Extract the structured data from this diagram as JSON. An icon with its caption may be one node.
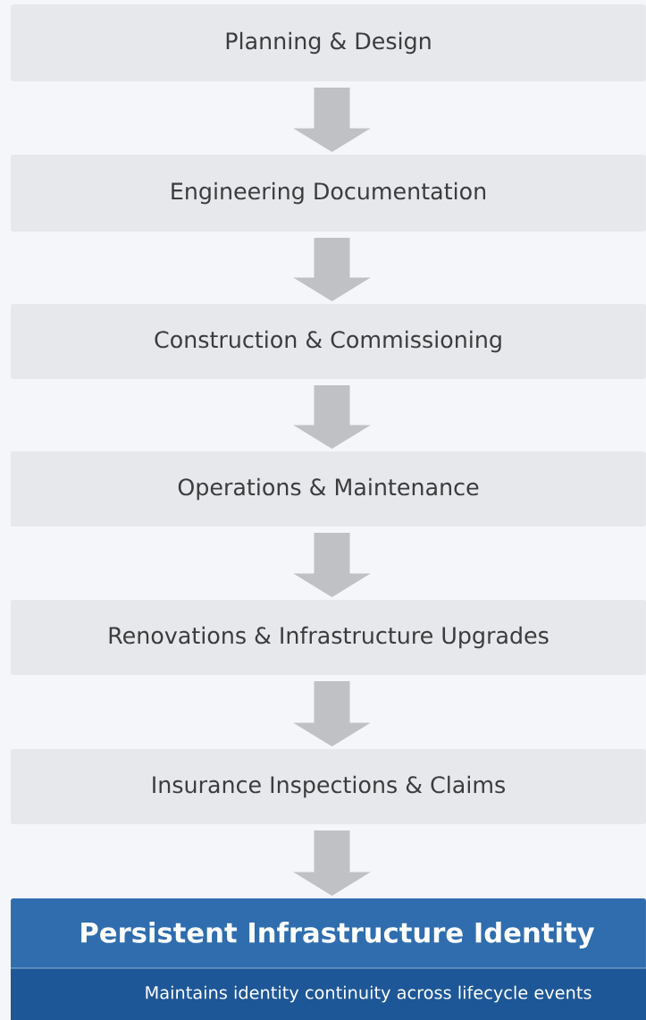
{
  "diagram": {
    "nodes": [
      {
        "text": [
          "Planning & Design"
        ]
      },
      {
        "text": [
          "Engineering Documentation"
        ]
      },
      {
        "text": [
          "Construction & Commissioning"
        ]
      },
      {
        "text": [
          "Operations & Maintenance"
        ]
      },
      {
        "text": [
          "Renovations & Infrastructure Upgrades"
        ]
      },
      {
        "text": [
          "Insurance Inspections & Claims"
        ]
      },
      {
        "text": [
          "Persistent Infrastructure Identity",
          "Maintains identity continuity across lifecycle events"
        ]
      }
    ],
    "edges": [
      {
        "from": 0,
        "to": 1,
        "arrow": "to"
      },
      {
        "from": 1,
        "to": 2,
        "arrow": "to"
      },
      {
        "from": 2,
        "to": 3,
        "arrow": "to"
      },
      {
        "from": 3,
        "to": 4,
        "arrow": "to"
      },
      {
        "from": 4,
        "to": 5,
        "arrow": "to"
      },
      {
        "from": 5,
        "to": 6,
        "arrow": "to"
      }
    ]
  }
}
